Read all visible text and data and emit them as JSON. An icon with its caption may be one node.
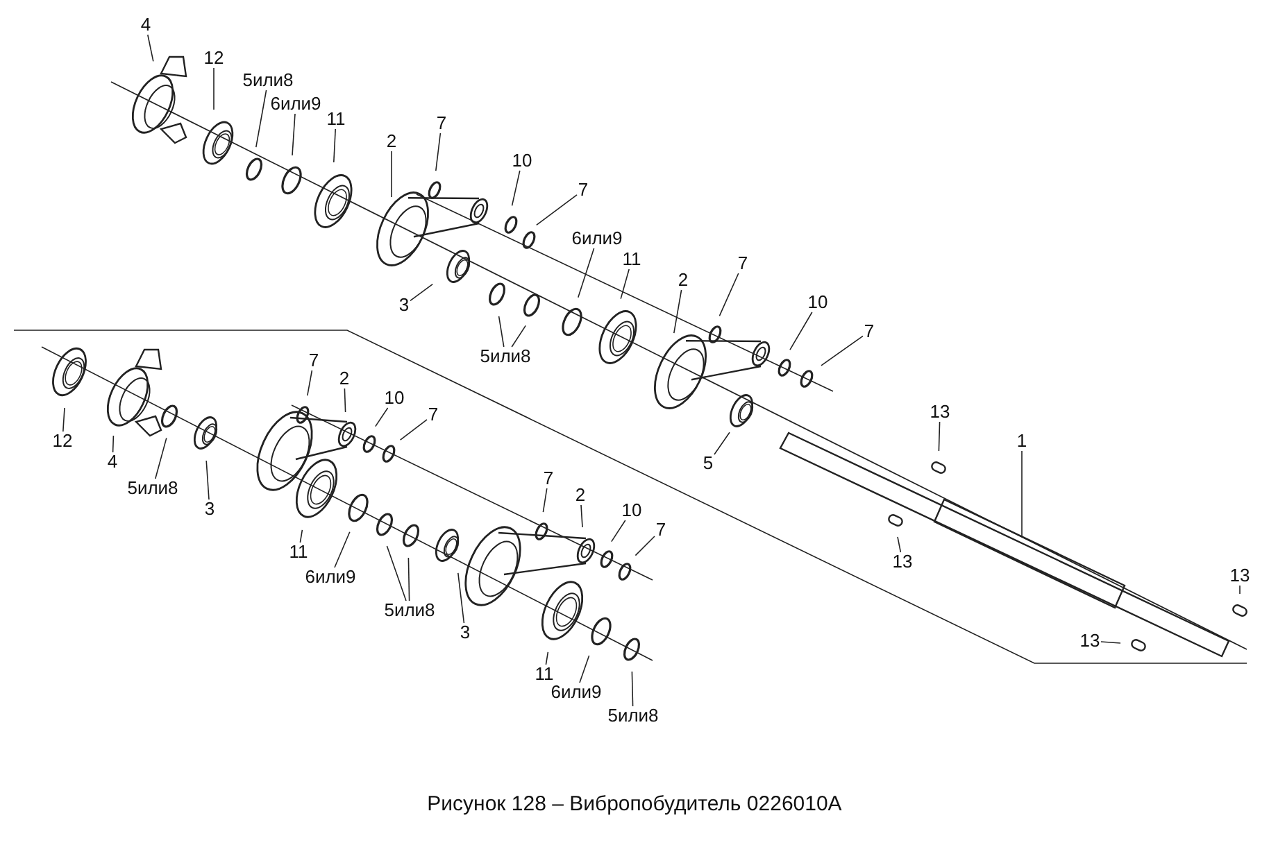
{
  "diagram": {
    "caption": "Рисунок 128 – Вибропобудитель 0226010А",
    "nodes": [
      {
        "text": [
          "4"
        ]
      },
      {
        "text": [
          "12"
        ]
      },
      {
        "text": [
          "5или8"
        ]
      },
      {
        "text": [
          "6или9"
        ]
      },
      {
        "text": [
          "11"
        ]
      },
      {
        "text": [
          "2"
        ]
      },
      {
        "text": [
          "7"
        ]
      },
      {
        "text": [
          "10"
        ]
      },
      {
        "text": [
          "7"
        ]
      },
      {
        "text": [
          "3"
        ]
      },
      {
        "text": [
          "6или9"
        ]
      },
      {
        "text": [
          "11"
        ]
      },
      {
        "text": [
          "5или8"
        ]
      },
      {
        "text": [
          "2"
        ]
      },
      {
        "text": [
          "7"
        ]
      },
      {
        "text": [
          "10"
        ]
      },
      {
        "text": [
          "7"
        ]
      },
      {
        "text": [
          "5"
        ]
      },
      {
        "text": [
          "13"
        ]
      },
      {
        "text": [
          "1"
        ]
      },
      {
        "text": [
          "13"
        ]
      },
      {
        "text": [
          "13"
        ]
      },
      {
        "text": [
          "13"
        ]
      },
      {
        "text": [
          "12"
        ]
      },
      {
        "text": [
          "4"
        ]
      },
      {
        "text": [
          "5или8"
        ]
      },
      {
        "text": [
          "3"
        ]
      },
      {
        "text": [
          "7"
        ]
      },
      {
        "text": [
          "2"
        ]
      },
      {
        "text": [
          "10"
        ]
      },
      {
        "text": [
          "7"
        ]
      },
      {
        "text": [
          "11"
        ]
      },
      {
        "text": [
          "6или9"
        ]
      },
      {
        "text": [
          "5или8"
        ]
      },
      {
        "text": [
          "3"
        ]
      },
      {
        "text": [
          "7"
        ]
      },
      {
        "text": [
          "2"
        ]
      },
      {
        "text": [
          "10"
        ]
      },
      {
        "text": [
          "7"
        ]
      },
      {
        "text": [
          "11"
        ]
      },
      {
        "text": [
          "6или9"
        ]
      },
      {
        "text": [
          "5или8"
        ]
      }
    ],
    "edges": [
      {
        "from": 0,
        "to": null,
        "arrow": "none"
      },
      {
        "from": 1,
        "to": null,
        "arrow": "none"
      },
      {
        "from": 2,
        "to": null,
        "arrow": "none"
      },
      {
        "from": 3,
        "to": null,
        "arrow": "none"
      },
      {
        "from": 4,
        "to": null,
        "arrow": "none"
      },
      {
        "from": 5,
        "to": null,
        "arrow": "none"
      },
      {
        "from": 6,
        "to": null,
        "arrow": "none"
      },
      {
        "from": 7,
        "to": null,
        "arrow": "none"
      },
      {
        "from": 8,
        "to": null,
        "arrow": "none"
      },
      {
        "from": 9,
        "to": null,
        "arrow": "none"
      },
      {
        "from": 10,
        "to": null,
        "arrow": "none"
      },
      {
        "from": 11,
        "to": null,
        "arrow": "none"
      },
      {
        "from": 12,
        "to": null,
        "arrow": "none"
      },
      {
        "from": 12,
        "to": null,
        "arrow": "none"
      },
      {
        "from": 13,
        "to": null,
        "arrow": "none"
      },
      {
        "from": 14,
        "to": null,
        "arrow": "none"
      },
      {
        "from": 15,
        "to": null,
        "arrow": "none"
      },
      {
        "from": 16,
        "to": null,
        "arrow": "none"
      },
      {
        "from": 17,
        "to": null,
        "arrow": "none"
      },
      {
        "from": 18,
        "to": null,
        "arrow": "none"
      },
      {
        "from": 19,
        "to": null,
        "arrow": "none"
      },
      {
        "from": 20,
        "to": null,
        "arrow": "none"
      },
      {
        "from": 21,
        "to": null,
        "arrow": "none"
      },
      {
        "from": 22,
        "to": null,
        "arrow": "none"
      },
      {
        "from": 23,
        "to": null,
        "arrow": "none"
      },
      {
        "from": 24,
        "to": null,
        "arrow": "none"
      },
      {
        "from": 25,
        "to": null,
        "arrow": "none"
      },
      {
        "from": 26,
        "to": null,
        "arrow": "none"
      },
      {
        "from": 27,
        "to": null,
        "arrow": "none"
      },
      {
        "from": 28,
        "to": null,
        "arrow": "none"
      },
      {
        "from": 29,
        "to": null,
        "arrow": "none"
      },
      {
        "from": 30,
        "to": null,
        "arrow": "none"
      },
      {
        "from": 31,
        "to": null,
        "arrow": "none"
      },
      {
        "from": 32,
        "to": null,
        "arrow": "none"
      },
      {
        "from": 33,
        "to": null,
        "arrow": "none"
      },
      {
        "from": 33,
        "to": null,
        "arrow": "none"
      },
      {
        "from": 34,
        "to": null,
        "arrow": "none"
      },
      {
        "from": 35,
        "to": null,
        "arrow": "none"
      },
      {
        "from": 36,
        "to": null,
        "arrow": "none"
      },
      {
        "from": 37,
        "to": null,
        "arrow": "none"
      },
      {
        "from": 38,
        "to": null,
        "arrow": "none"
      },
      {
        "from": 39,
        "to": null,
        "arrow": "none"
      },
      {
        "from": 40,
        "to": null,
        "arrow": "none"
      },
      {
        "from": 41,
        "to": null,
        "arrow": "none"
      }
    ]
  }
}
